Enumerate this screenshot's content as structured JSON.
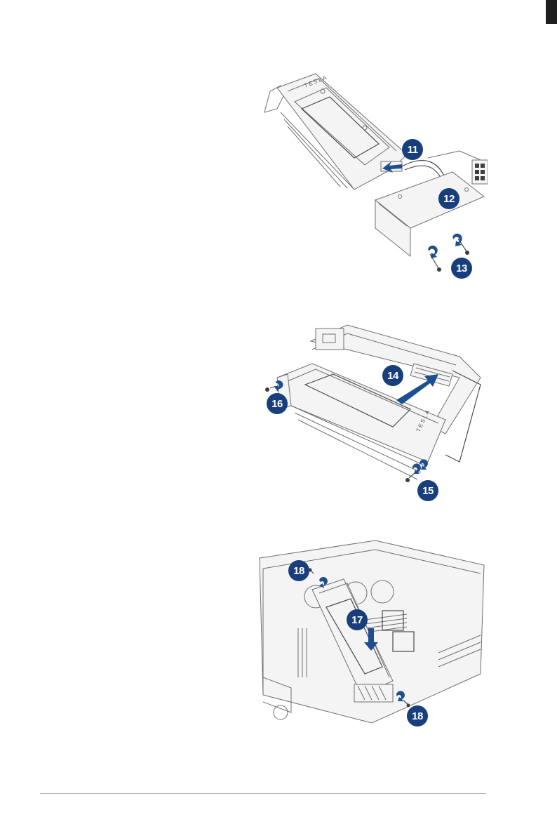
{
  "page": {
    "edge_mark_color": "#1f1f1f",
    "callout_color": "#183f7c",
    "arrow_color": "#1d4e8f"
  },
  "figures": [
    {
      "id": "gpu-bracket-assembly",
      "product_label": "TESLA",
      "callouts": [
        "11",
        "12",
        "13"
      ]
    },
    {
      "id": "gpu-into-riser-cage",
      "product_label": "TESLA",
      "callouts": [
        "14",
        "15",
        "16"
      ]
    },
    {
      "id": "riser-into-chassis",
      "callouts": [
        "18",
        "17",
        "18"
      ]
    }
  ]
}
